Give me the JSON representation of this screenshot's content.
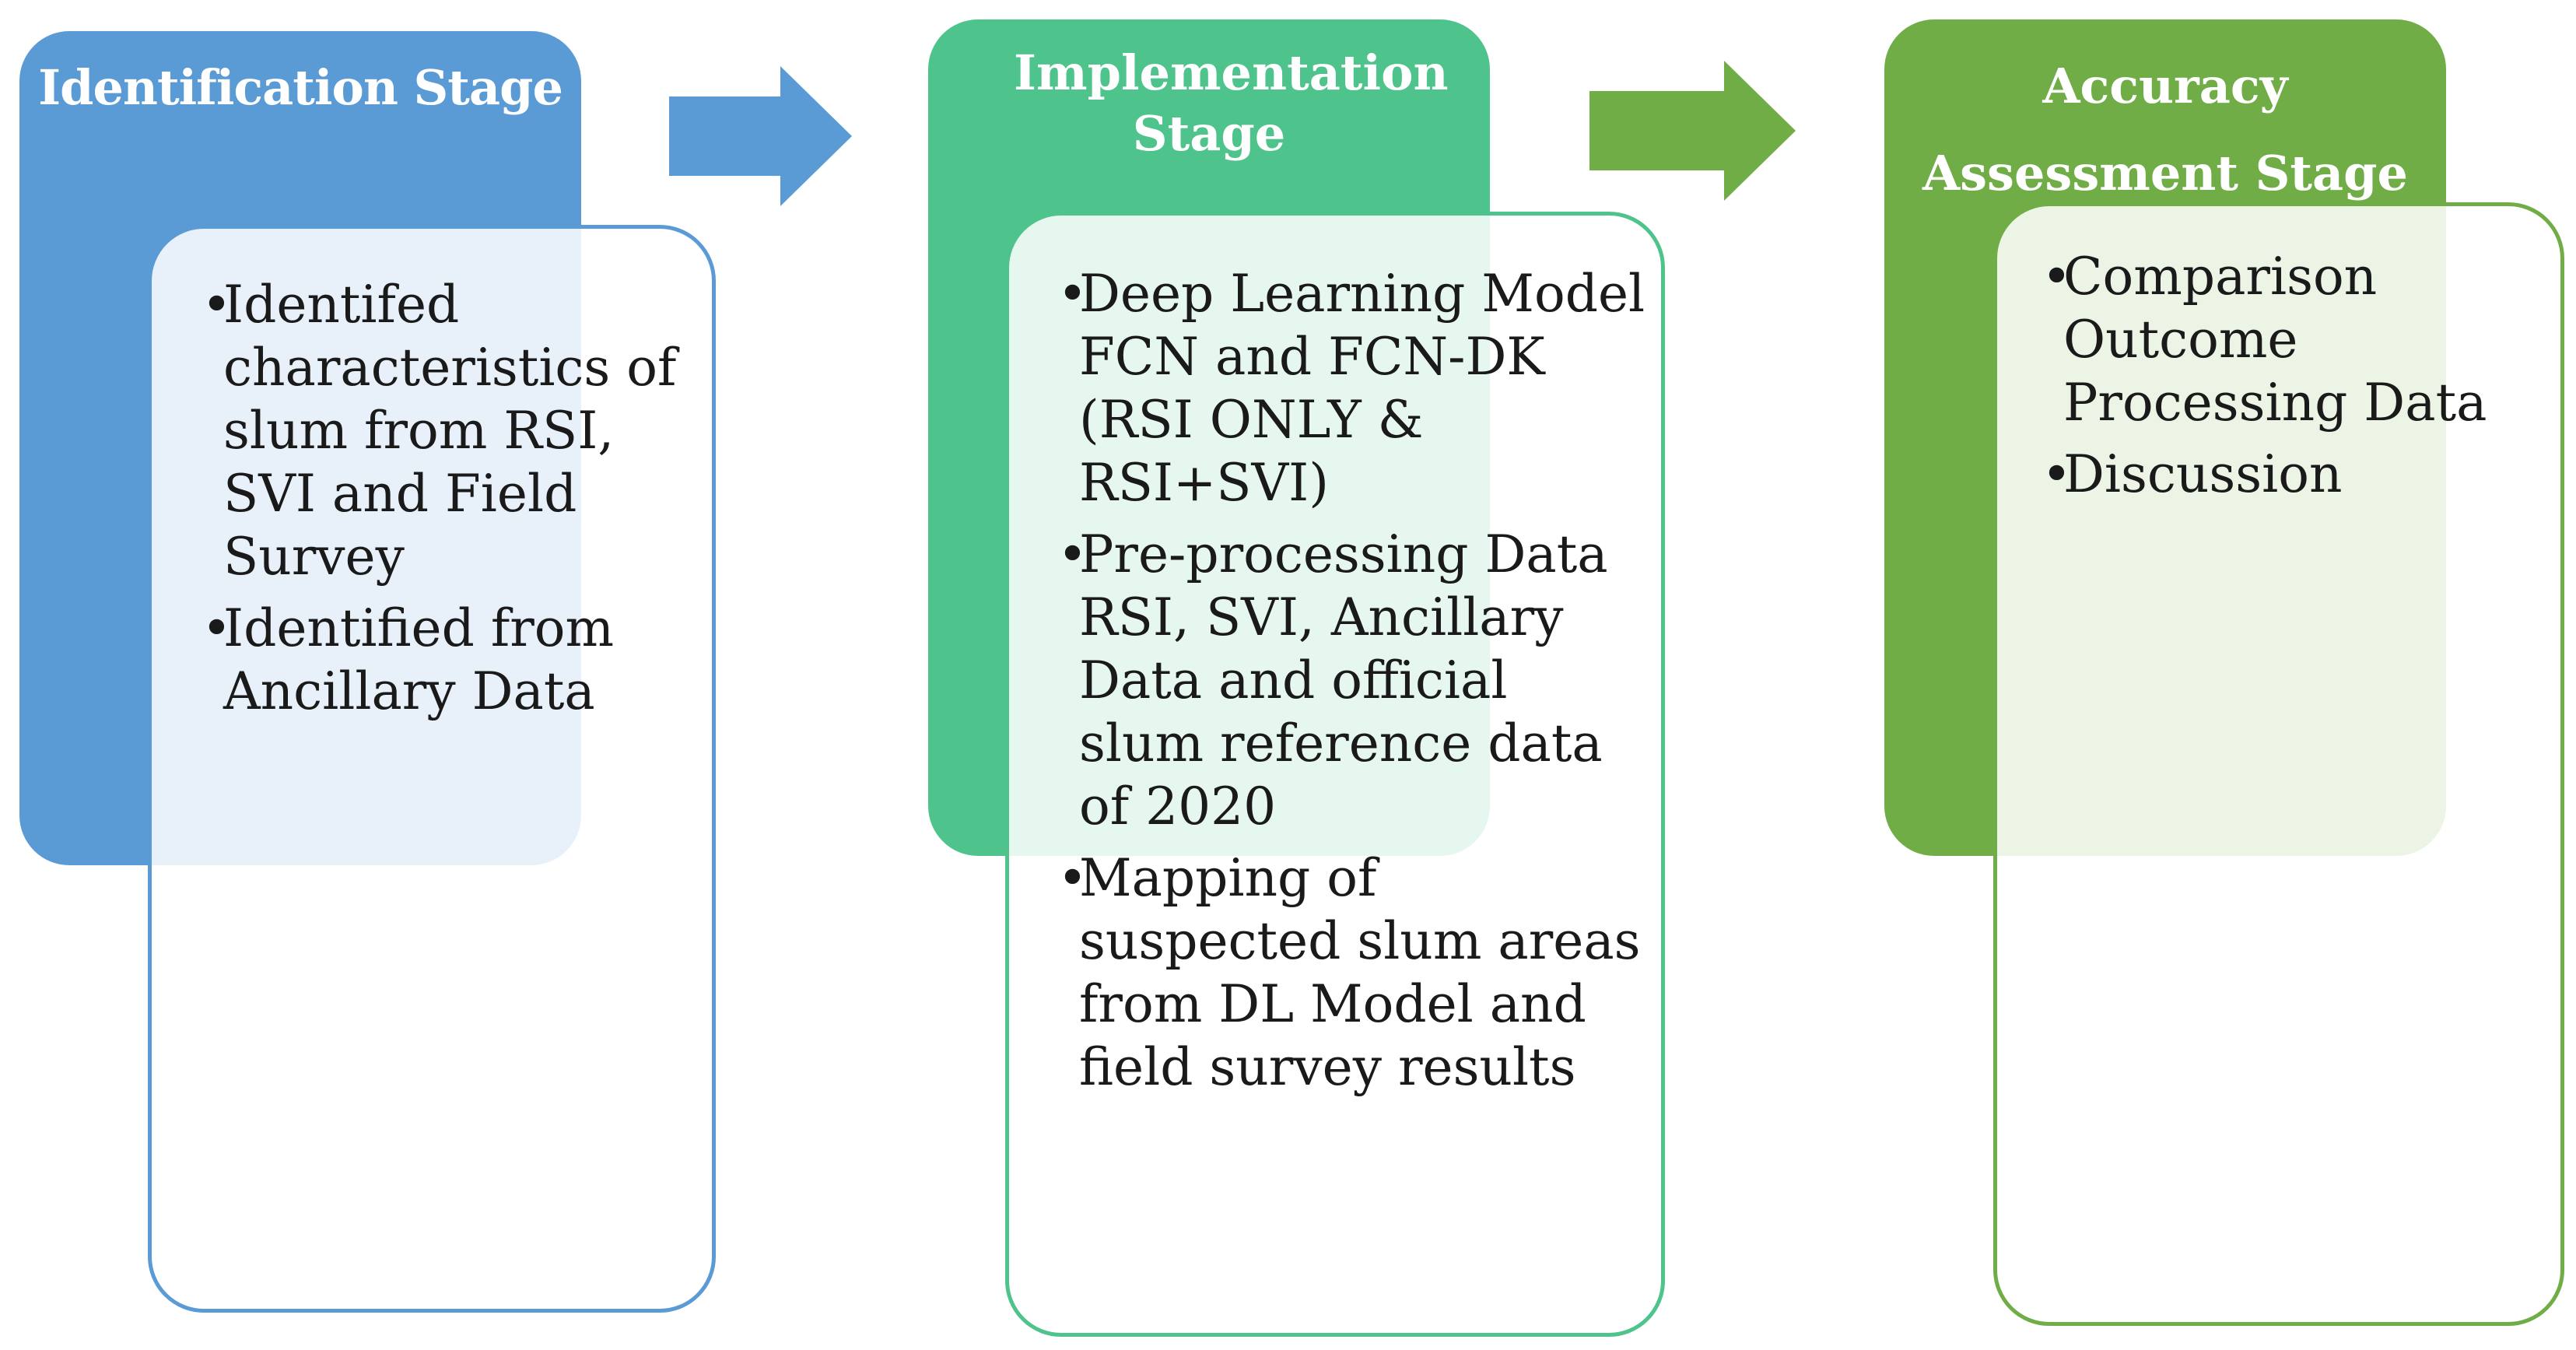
{
  "stages": [
    {
      "id": "identification",
      "title": "Identification Stage",
      "color": "#5b9bd5",
      "border": "#5b9bd5",
      "items": [
        "Identifed characteristics of slum from RSI, SVI and Field Survey",
        "Identified from Ancillary Data"
      ]
    },
    {
      "id": "implementation",
      "title": "Implementation Stage",
      "color": "#4ec48c",
      "border": "#4ec48c",
      "items": [
        "Deep Learning Model FCN and FCN-DK (RSI ONLY & RSI+SVI)",
        "Pre-processing Data RSI, SVI, Ancillary Data and official slum reference data of 2020",
        "Mapping of suspected slum areas from DL Model and field survey results"
      ]
    },
    {
      "id": "accuracy",
      "title": "Accuracy Assessment Stage",
      "color": "#70ad47",
      "border": "#70ad47",
      "items": [
        "Comparison Outcome Processing Data",
        "Discussion"
      ]
    }
  ],
  "arrows": [
    {
      "color": "#5b9bd5"
    },
    {
      "color": "#70ad47"
    }
  ],
  "bullet_symbol": "•"
}
